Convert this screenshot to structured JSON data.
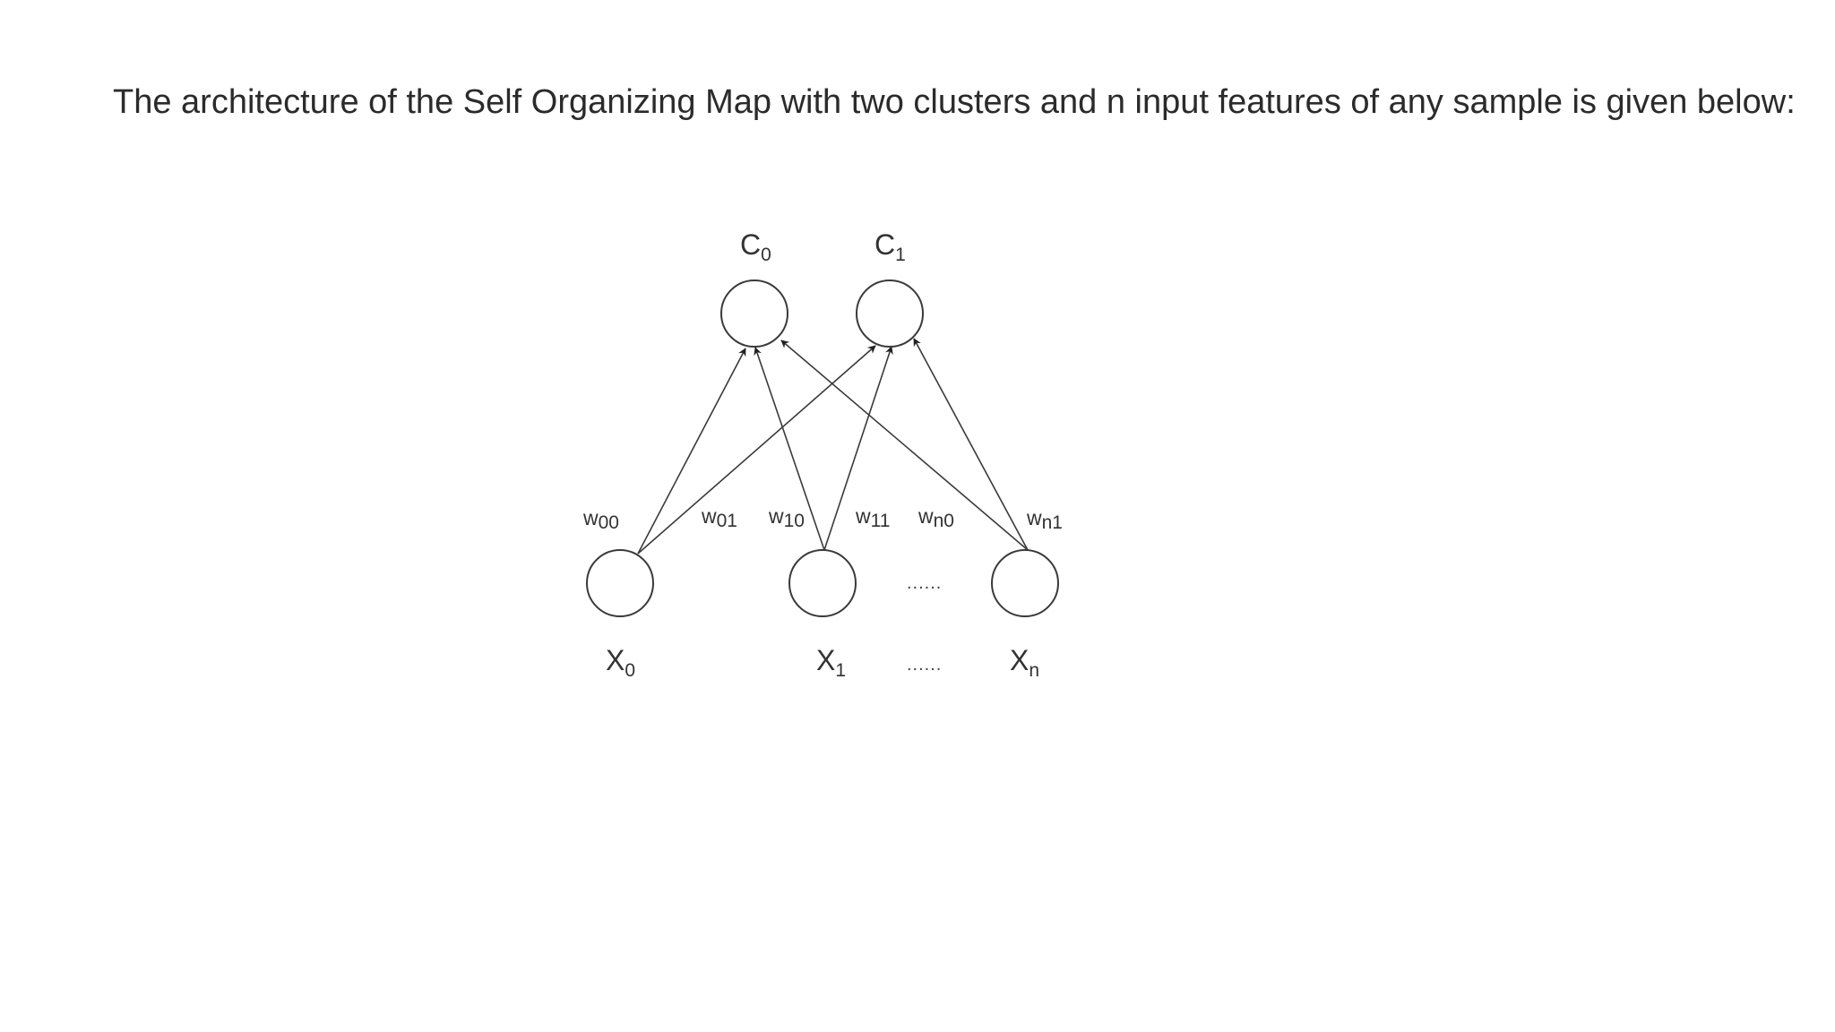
{
  "intro_text": "The architecture of the Self Organizing Map with two clusters and n input features of any sample is given below:",
  "diagram": {
    "clusters": [
      {
        "id": "c0",
        "name": "C",
        "sub": "0"
      },
      {
        "id": "c1",
        "name": "C",
        "sub": "1"
      }
    ],
    "inputs": [
      {
        "id": "x0",
        "name": "X",
        "sub": "0"
      },
      {
        "id": "x1",
        "name": "X",
        "sub": "1"
      },
      {
        "id": "xn",
        "name": "X",
        "sub": "n"
      }
    ],
    "ellipsis": "......",
    "weights": [
      {
        "id": "w00",
        "from": "x0",
        "to": "c0",
        "name": "w",
        "sub": "00"
      },
      {
        "id": "w01",
        "from": "x0",
        "to": "c1",
        "name": "w",
        "sub": "01"
      },
      {
        "id": "w10",
        "from": "x1",
        "to": "c0",
        "name": "w",
        "sub": "10"
      },
      {
        "id": "w11",
        "from": "x1",
        "to": "c1",
        "name": "w",
        "sub": "11"
      },
      {
        "id": "wn0",
        "from": "xn",
        "to": "c0",
        "name": "w",
        "sub": "n0"
      },
      {
        "id": "wn1",
        "from": "xn",
        "to": "c1",
        "name": "w",
        "sub": "n1"
      }
    ]
  }
}
